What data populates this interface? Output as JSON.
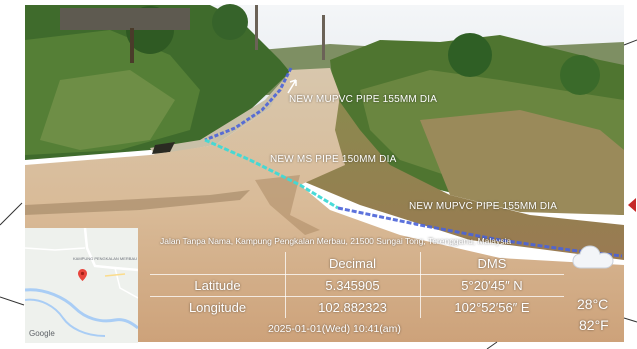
{
  "annotations": {
    "pipe_top": "NEW MUPVC PIPE 155MM DIA",
    "pipe_middle": "NEW MS PIPE 150MM DIA",
    "pipe_right": "NEW MUPVC PIPE 155MM DIA"
  },
  "location": {
    "address": "Jalan Tanpa Nama, Kampung Pengkalan Merbau, 21500 Sungai Tong, Terengganu, Malaysia"
  },
  "coordinates": {
    "header_decimal": "Decimal",
    "header_dms": "DMS",
    "rows": [
      {
        "label": "Latitude",
        "decimal": "5.345905",
        "dms": "5°20′45″ N"
      },
      {
        "label": "Longitude",
        "decimal": "102.882323",
        "dms": "102°52′56″ E"
      }
    ]
  },
  "timestamp": "2025-01-01(Wed)   10:41(am)",
  "weather": {
    "icon": "cloud-icon",
    "temp_c": "28°C",
    "temp_f": "82°F"
  },
  "map": {
    "brand": "Google",
    "place_label": "KAMPUNG PENGKALAN MERBAU"
  },
  "colors": {
    "pipe_mupvc": "#4a63d8",
    "pipe_ms": "#3fd9d6",
    "map_marker": "#e8453c"
  }
}
